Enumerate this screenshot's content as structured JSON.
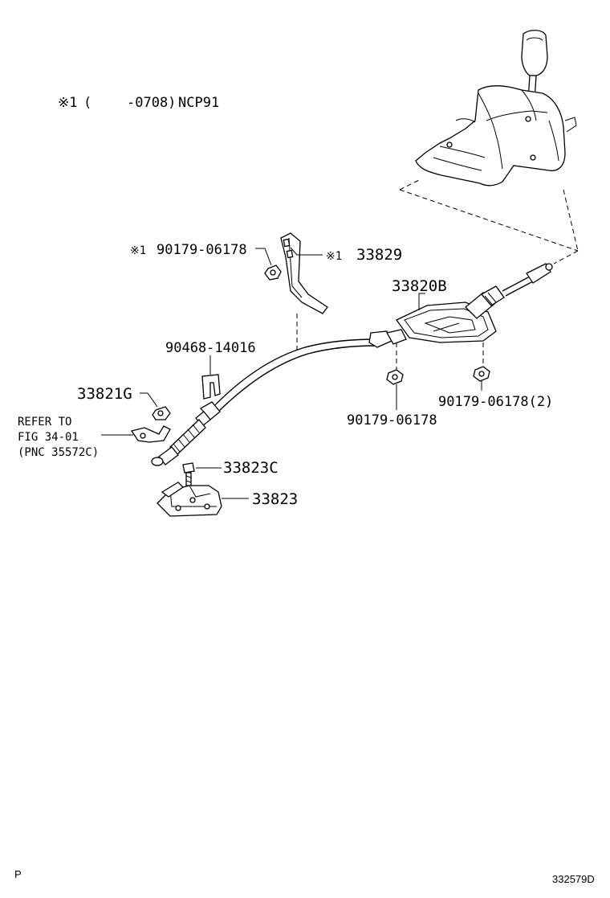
{
  "note": {
    "mark": "※1",
    "open": "(",
    "range": "-0708)",
    "model": "NCP91"
  },
  "labels": {
    "bolt_06178_top": "90179-06178",
    "bracket": "33829",
    "cable_assy": "33820B",
    "clip": "90468-14016",
    "retainer": "33821G",
    "refer_line1": "REFER TO",
    "refer_line2": "FIG 34-01",
    "refer_line3": "(PNC 35572C)",
    "bolt_33823c": "33823C",
    "bracket_33823": "33823",
    "nut_center": "90179-06178",
    "nut_right": "90179-06178(2)"
  },
  "marks": {
    "m1": "※1",
    "m2": "※1"
  },
  "corner": {
    "left": "P",
    "right": "332579D"
  }
}
